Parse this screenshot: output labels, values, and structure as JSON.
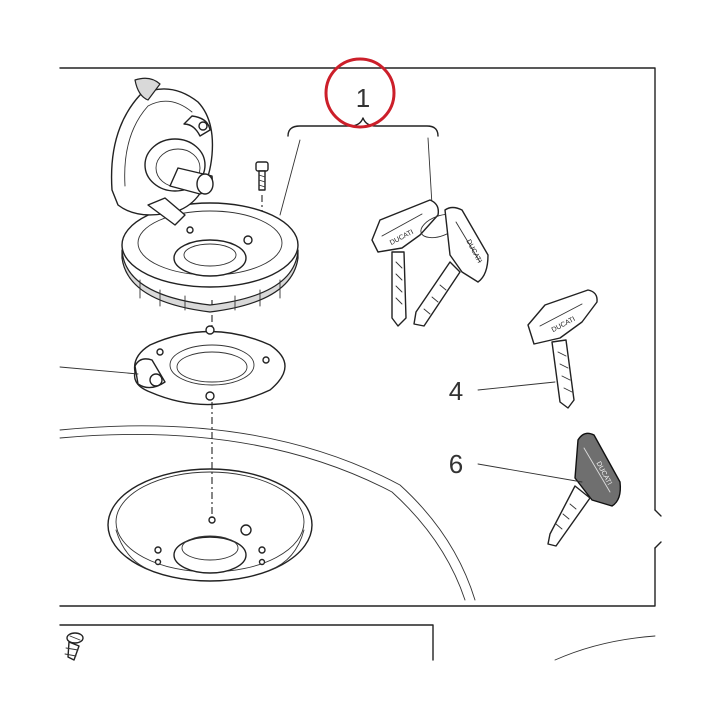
{
  "callouts": {
    "key_set": "1",
    "key_single": "4",
    "key_master": "6"
  },
  "highlight": {
    "color": "#cc1f2a",
    "target": "callout-1"
  },
  "key_brand_marks": [
    "DUCATI",
    "DUCATI",
    "DUCATI",
    "DUCATI"
  ]
}
